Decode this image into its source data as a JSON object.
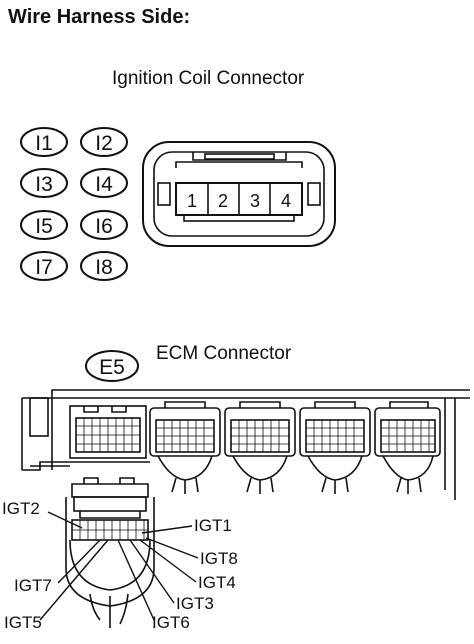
{
  "heading": "Wire Harness Side:",
  "coil": {
    "title": "Ignition Coil Connector",
    "tags": [
      "I1",
      "I2",
      "I3",
      "I4",
      "I5",
      "I6",
      "I7",
      "I8"
    ],
    "pins": [
      "1",
      "2",
      "3",
      "4"
    ]
  },
  "ecm": {
    "tag": "E5",
    "title": "ECM Connector",
    "pin_labels": {
      "igt2": "IGT2",
      "igt1": "IGT1",
      "igt8": "IGT8",
      "igt4": "IGT4",
      "igt3": "IGT3",
      "igt7": "IGT7",
      "igt5": "IGT5",
      "igt6": "IGT6"
    }
  },
  "colors": {
    "line": "#111111",
    "background": "#ffffff"
  }
}
